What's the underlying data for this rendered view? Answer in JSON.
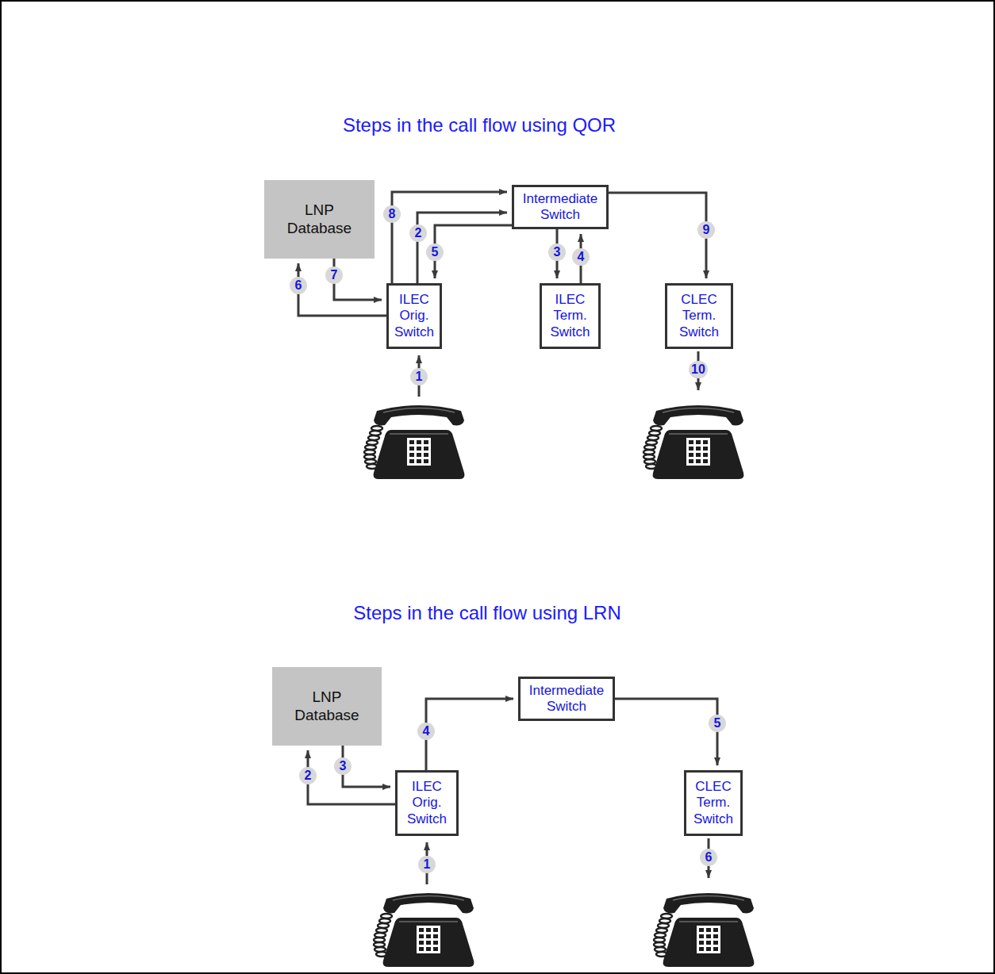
{
  "diagram": {
    "nodes": [
      {
        "text": [
          "LNP Database"
        ]
      },
      {
        "text": [
          "Intermediate Switch"
        ]
      },
      {
        "text": [
          "ILEC Orig. Switch"
        ]
      },
      {
        "text": [
          "ILEC Term. Switch"
        ]
      },
      {
        "text": [
          "CLEC Term. Switch"
        ]
      },
      {
        "text": [
          "LNP Database"
        ]
      },
      {
        "text": [
          "Intermediate Switch"
        ]
      },
      {
        "text": [
          "ILEC Orig. Switch"
        ]
      },
      {
        "text": [
          "CLEC Term. Switch"
        ]
      }
    ],
    "edges": [
      {
        "from": 2,
        "to": 1,
        "label": "2",
        "arrow": "to"
      },
      {
        "from": 1,
        "to": 3,
        "label": "3",
        "arrow": "to"
      },
      {
        "from": 3,
        "to": 1,
        "label": "4",
        "arrow": "to"
      },
      {
        "from": 1,
        "to": 2,
        "label": "5",
        "arrow": "to"
      },
      {
        "from": 2,
        "to": 0,
        "label": "6",
        "arrow": "to"
      },
      {
        "from": 0,
        "to": 2,
        "label": "7",
        "arrow": "to"
      },
      {
        "from": 2,
        "to": 1,
        "label": "8",
        "arrow": "to"
      },
      {
        "from": 1,
        "to": 4,
        "label": "9",
        "arrow": "to"
      },
      {
        "from": 7,
        "to": 5,
        "label": "2",
        "arrow": "to"
      },
      {
        "from": 5,
        "to": 7,
        "label": "3",
        "arrow": "to"
      },
      {
        "from": 7,
        "to": 6,
        "label": "4",
        "arrow": "to"
      },
      {
        "from": 6,
        "to": 8,
        "label": "5",
        "arrow": "to"
      }
    ],
    "labels": [
      "Steps in the call flow using QOR",
      "1",
      "10",
      "Steps in the call flow using LRN",
      "1",
      "6"
    ]
  }
}
